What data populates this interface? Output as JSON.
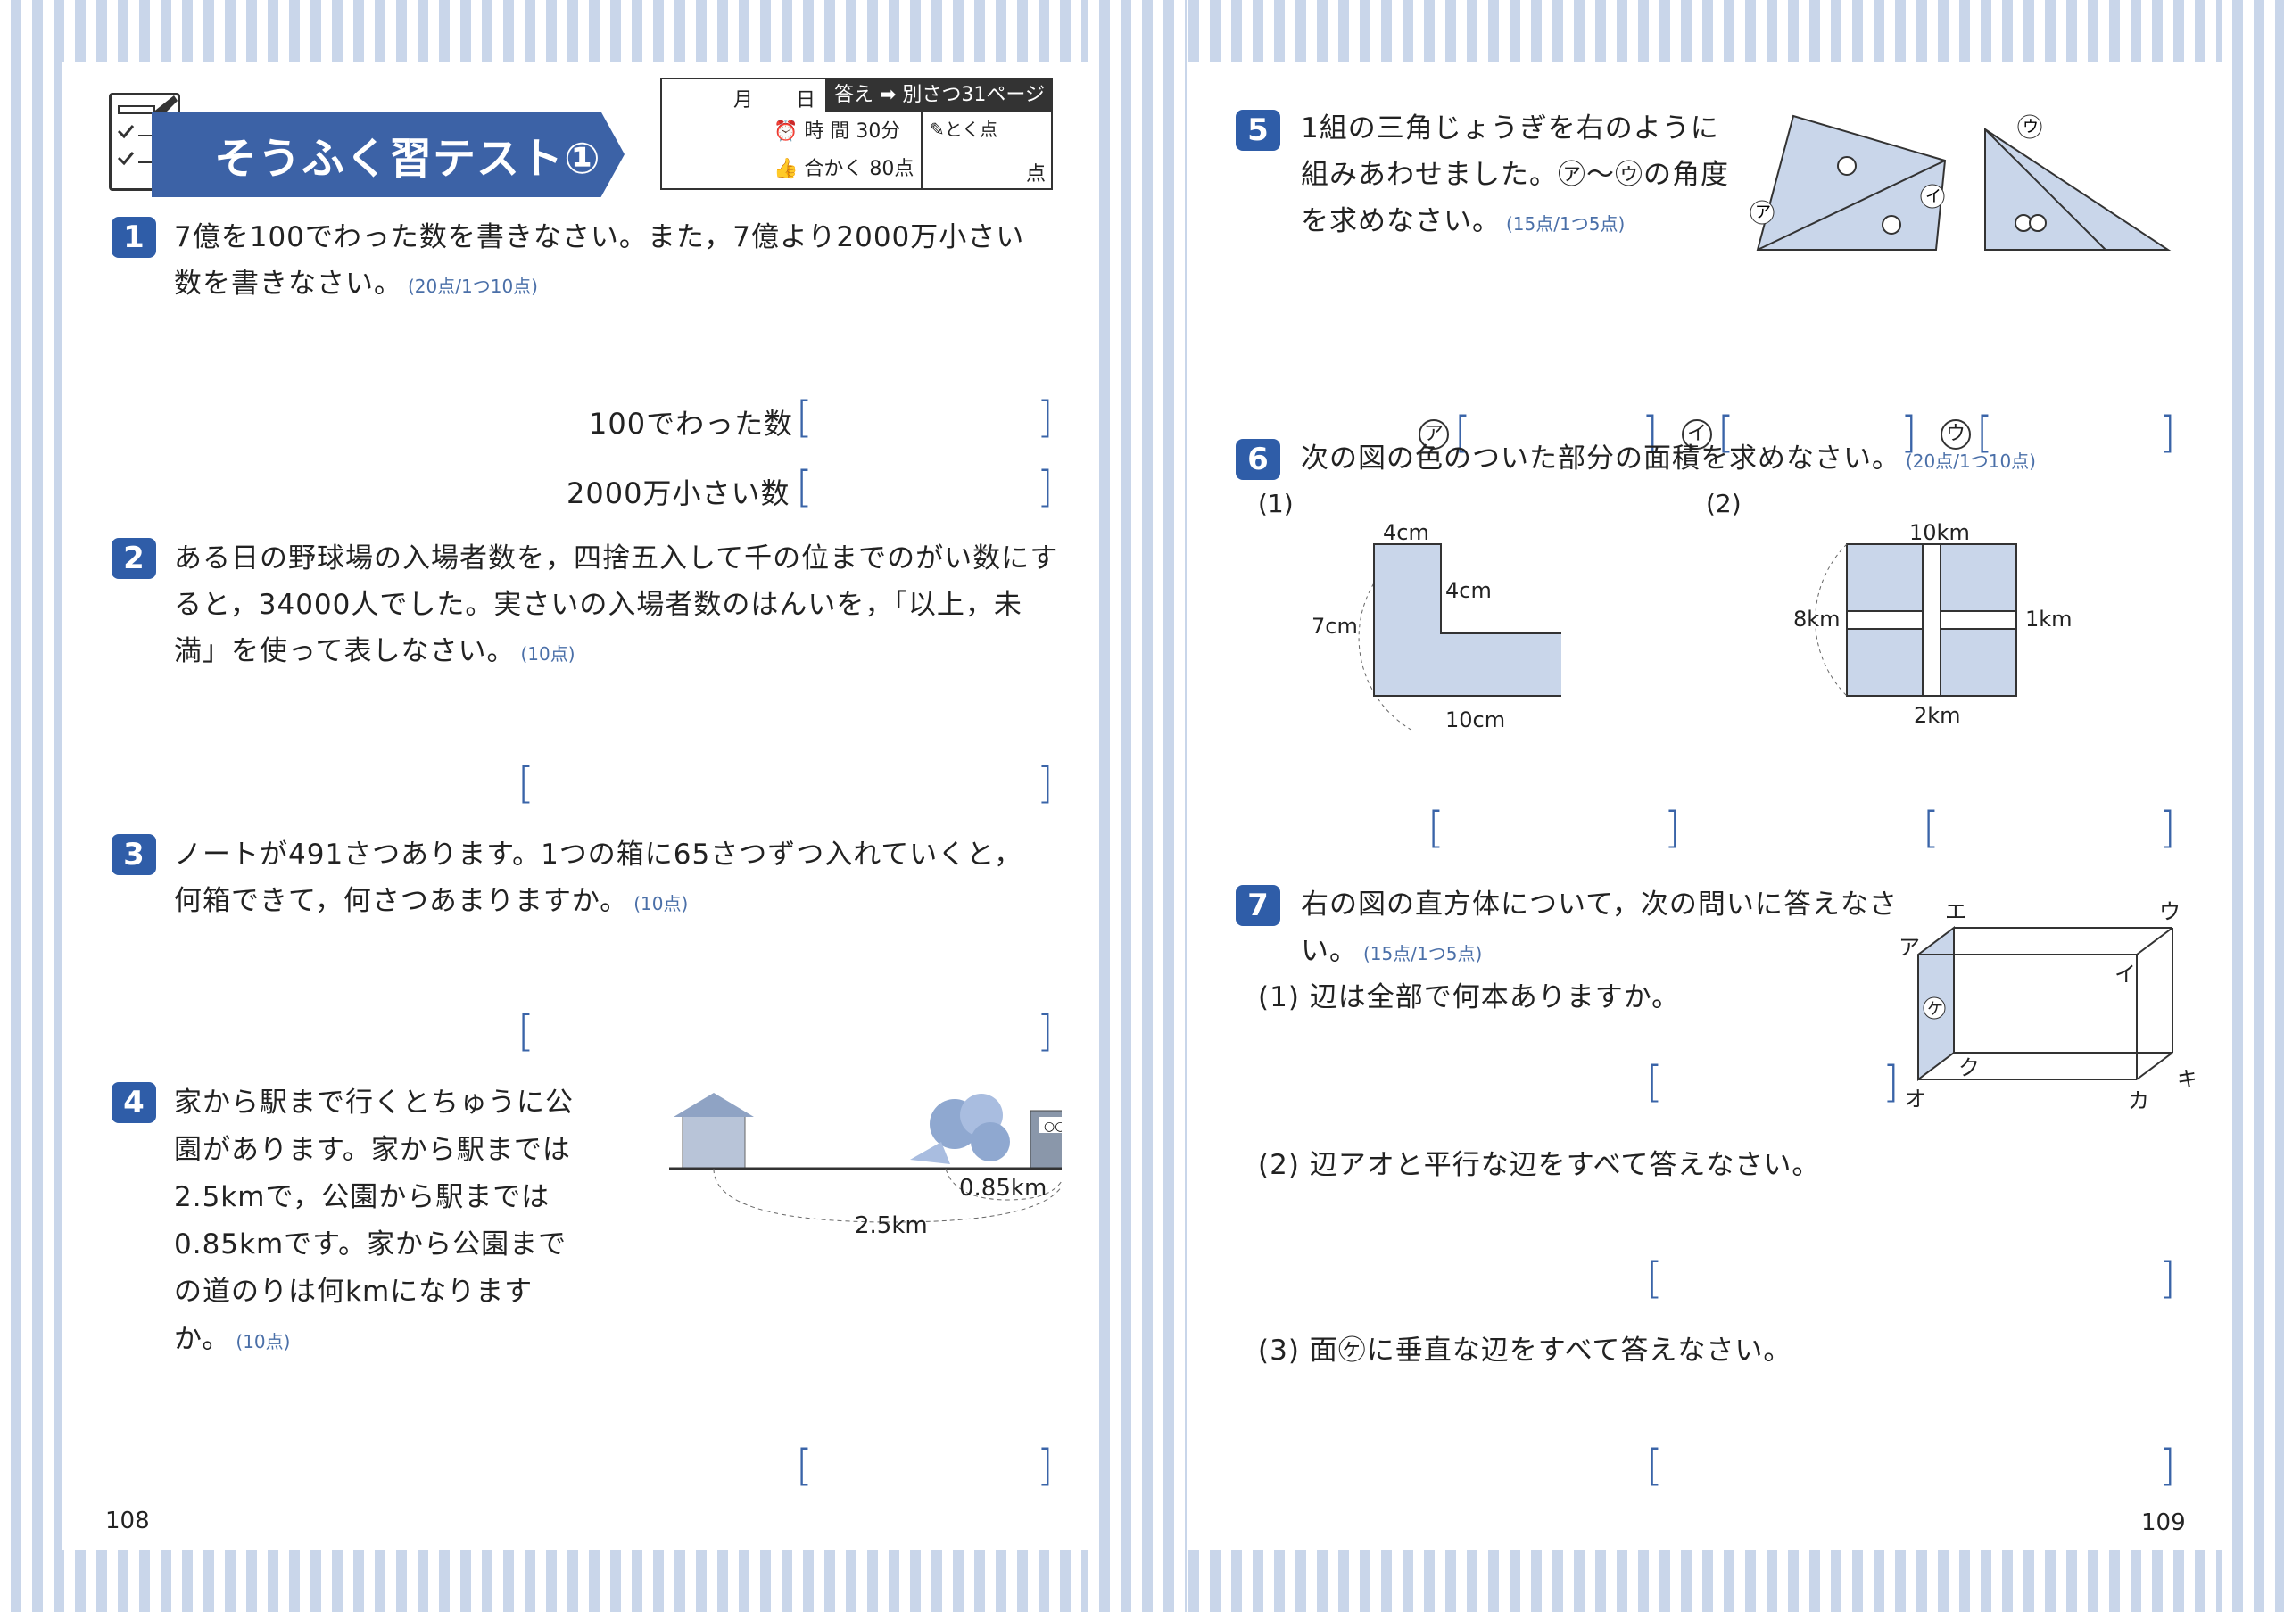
{
  "header": {
    "title": "そうふく習テスト①",
    "date_month": "月",
    "date_day": "日",
    "answer_ref": "答え ➡ 別さつ31ページ",
    "time_label": "時 間",
    "time_value": "30分",
    "pass_label": "合かく",
    "pass_value": "80点",
    "score_label": "とく点",
    "score_unit": "点"
  },
  "left": {
    "q1": {
      "num": "1",
      "line1": "7億を100でわった数を書きなさい。また，7億より2000万小さい",
      "line2": "数を書きなさい。",
      "pts": "(20点/1つ10点)",
      "ans1_label": "100でわった数",
      "ans2_label": "2000万小さい数"
    },
    "q2": {
      "num": "2",
      "line1": "ある日の野球場の入場者数を，四捨五入して千の位までのがい数にす",
      "line2": "ると，34000人でした。実さいの入場者数のはんいを，「以上，未",
      "line3": "満」を使って表しなさい。",
      "pts": "(10点)"
    },
    "q3": {
      "num": "3",
      "line1": "ノートが491さつあります。1つの箱に65さつずつ入れていくと，",
      "line2": "何箱できて，何さつあまりますか。",
      "pts": "(10点)"
    },
    "q4": {
      "num": "4",
      "lines": [
        "家から駅まで行くとちゅうに公",
        "園があります。家から駅までは",
        "2.5kmで，公園から駅までは",
        "0.85kmです。家から公園まで",
        "の道のりは何kmになります",
        "か。"
      ],
      "pts": "(10点)",
      "dist_total": "2.5km",
      "dist_part": "0.85km",
      "station": "○○駅"
    },
    "page_number": "108"
  },
  "right": {
    "q5": {
      "num": "5",
      "line1": "1組の三角じょうぎを右のように",
      "line2": "組みあわせました。㋐〜㋒の角度",
      "line3": "を求めなさい。",
      "pts": "(15点/1つ5点)",
      "labels": [
        "ア",
        "イ",
        "ウ"
      ]
    },
    "q6": {
      "num": "6",
      "line1": "次の図の色のついた部分の面積を求めなさい。",
      "pts": "(20点/1つ10点)",
      "sub1": "(1)",
      "sub2": "(2)",
      "fig1": {
        "top": "4cm",
        "mid": "4cm",
        "left": "7cm",
        "bottom": "10cm"
      },
      "fig2": {
        "top": "10km",
        "right": "1km",
        "left": "8km",
        "bottom": "2km"
      }
    },
    "q7": {
      "num": "7",
      "line1": "右の図の直方体について，次の問いに答えなさ",
      "line2": "い。",
      "pts": "(15点/1つ5点)",
      "sub1": "(1) 辺は全部で何本ありますか。",
      "sub2": "(2) 辺アオと平行な辺をすべて答えなさい。",
      "sub3": "(3) 面㋘に垂直な辺をすべて答えなさい。",
      "vertices": {
        "a": "ア",
        "e": "エ",
        "u": "ウ",
        "i": "イ",
        "o": "オ",
        "ka": "カ",
        "ki": "キ",
        "ku": "ク",
        "ke": "ケ"
      }
    },
    "page_number": "109"
  },
  "colors": {
    "accent": "#2f5da8",
    "fill": "#c9d6ea"
  }
}
